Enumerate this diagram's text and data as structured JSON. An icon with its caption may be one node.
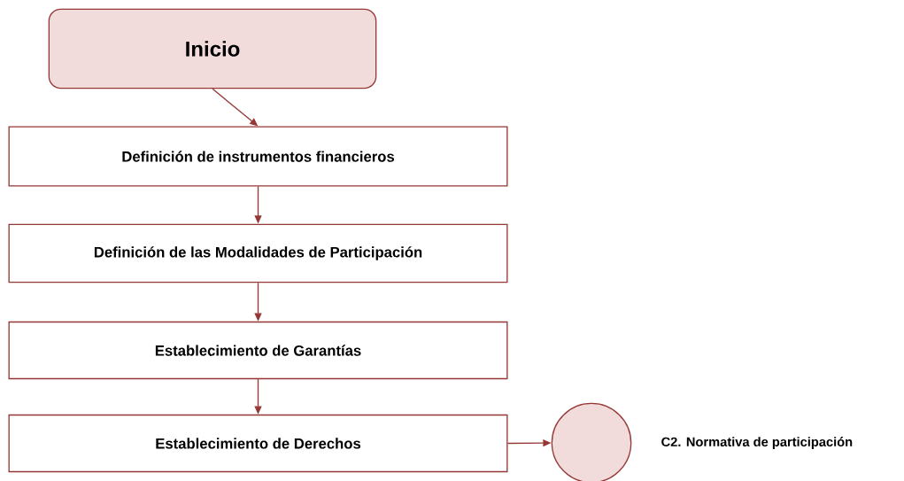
{
  "diagram": {
    "nodes": [
      {
        "text": [
          "Inicio"
        ]
      },
      {
        "text": [
          "Definición de instrumentos financieros"
        ]
      },
      {
        "text": [
          "Definición de las Modalidades de Participación"
        ]
      },
      {
        "text": [
          "Establecimiento de Garantías"
        ]
      },
      {
        "text": [
          "Establecimiento de Derechos"
        ]
      },
      {
        "text": [],
        "shape": "circle",
        "beside": [
          "C2. Normativa de participación"
        ]
      }
    ],
    "edges": [
      {
        "from": 0,
        "to": 1,
        "arrow": "to"
      },
      {
        "from": 1,
        "to": 2,
        "arrow": "to"
      },
      {
        "from": 2,
        "to": 3,
        "arrow": "to"
      },
      {
        "from": 3,
        "to": 4,
        "arrow": "to"
      },
      {
        "from": 4,
        "to": 5,
        "arrow": "to"
      }
    ]
  }
}
